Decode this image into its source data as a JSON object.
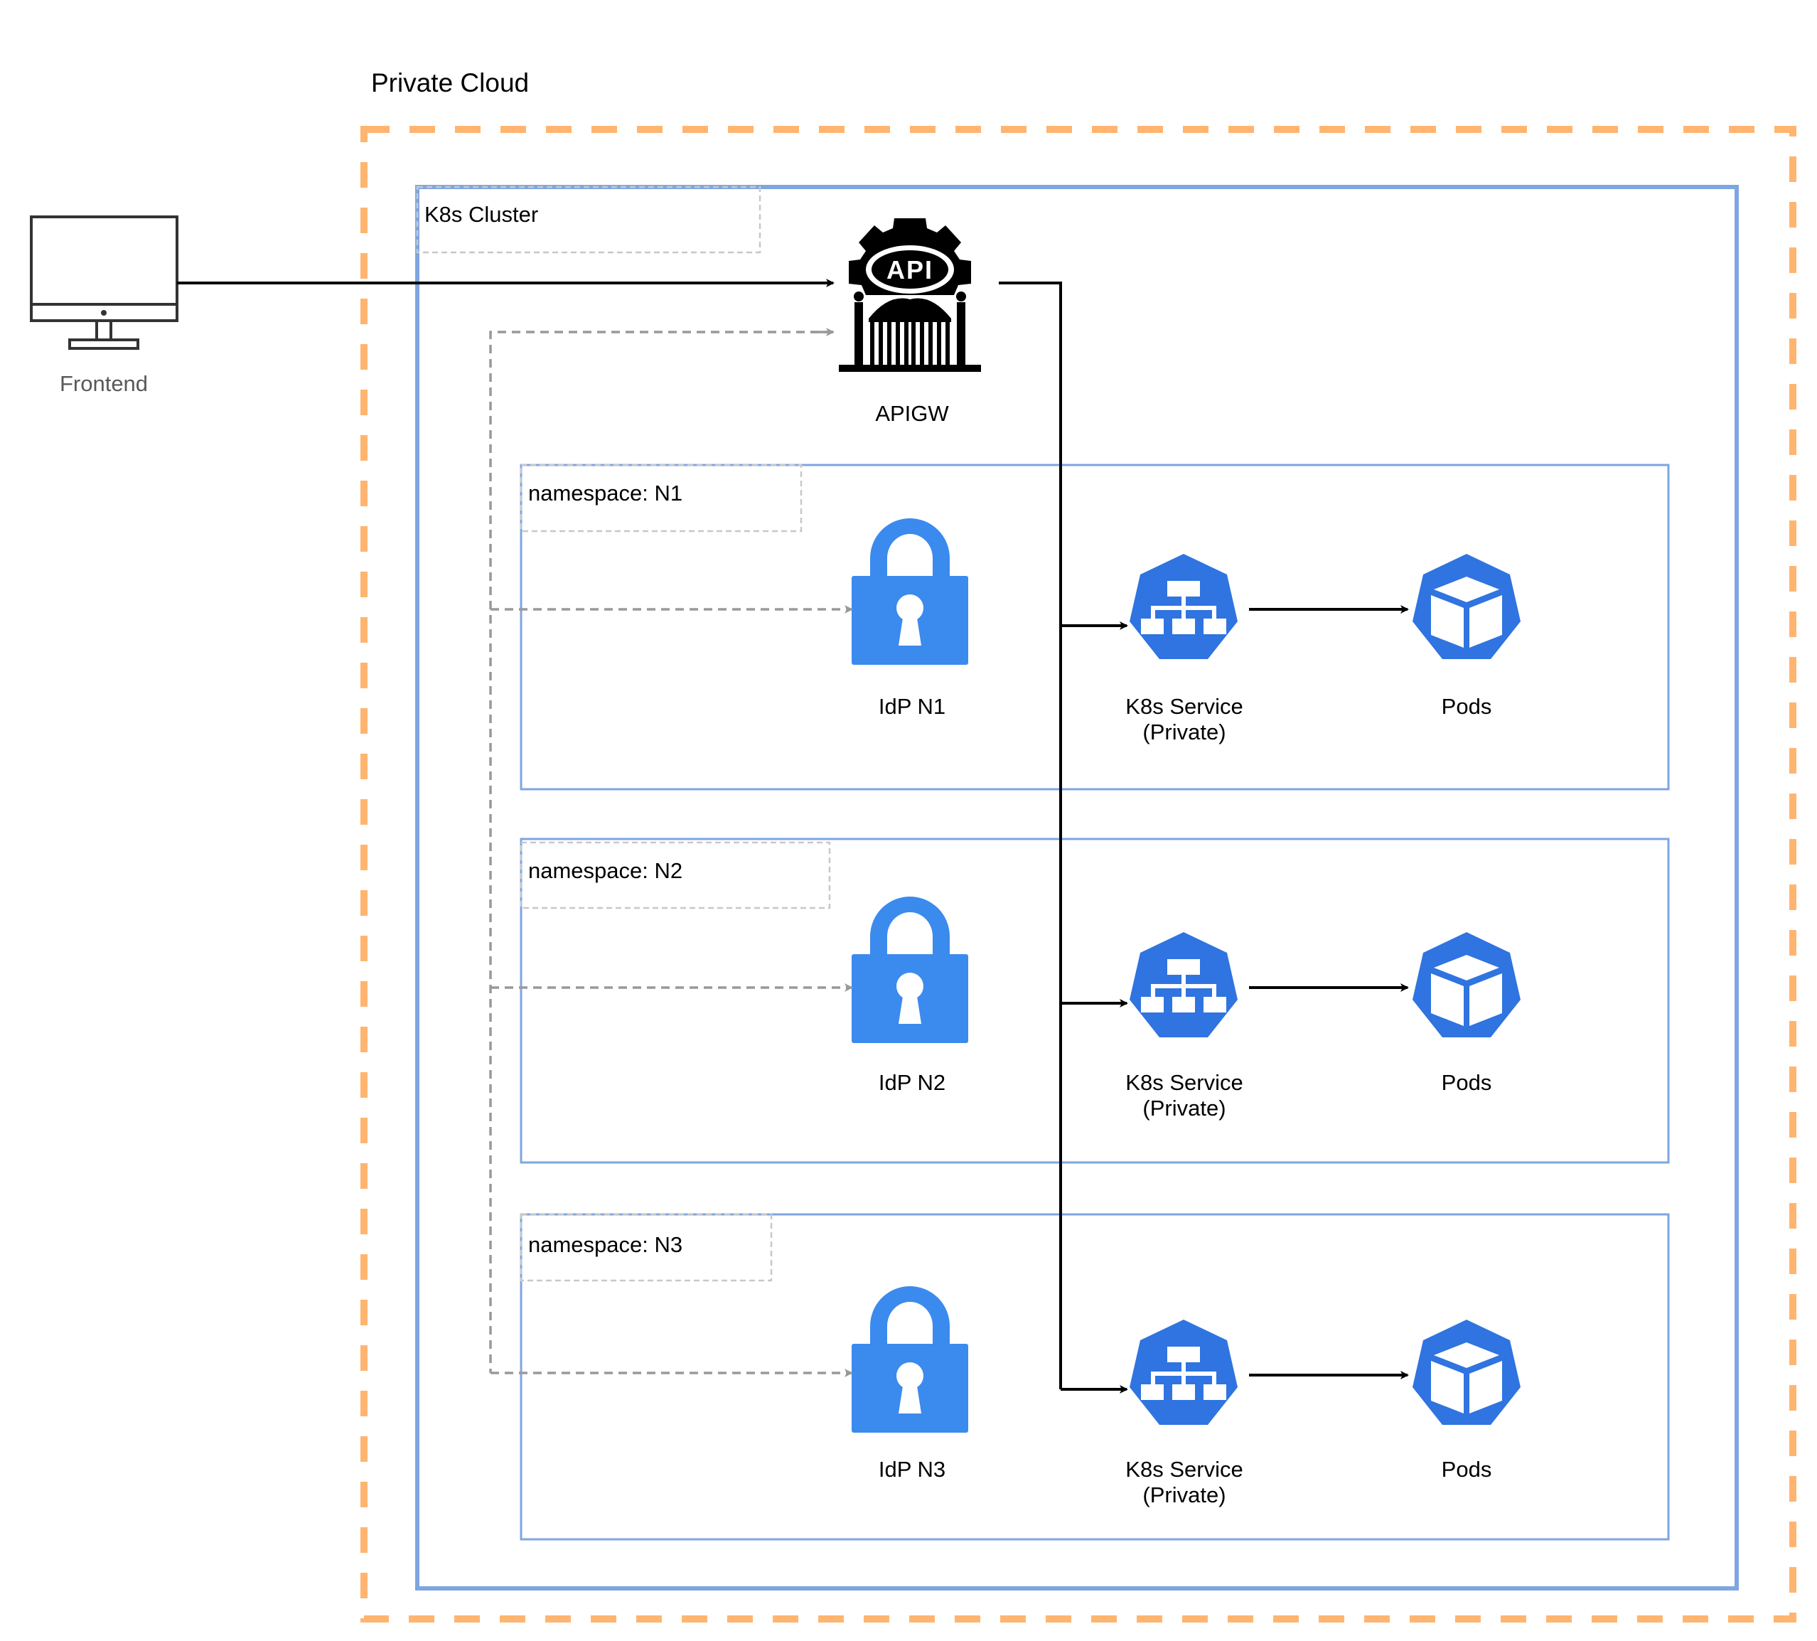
{
  "private_cloud": {
    "title": "Private Cloud",
    "border_color": "#FFB570"
  },
  "cluster": {
    "title": "K8s Cluster",
    "border_color": "#7EA6E0"
  },
  "frontend": {
    "label": "Frontend",
    "icon": "monitor-icon"
  },
  "apigw": {
    "label": "APIGW",
    "icon": "api-gateway-icon",
    "badge": "API"
  },
  "namespaces": [
    {
      "title": "namespace: N1",
      "idp_label": "IdP N1",
      "service_label": [
        "K8s Service",
        "(Private)"
      ],
      "pods_label": "Pods"
    },
    {
      "title": "namespace: N2",
      "idp_label": "IdP N2",
      "service_label": [
        "K8s Service",
        "(Private)"
      ],
      "pods_label": "Pods"
    },
    {
      "title": "namespace: N3",
      "idp_label": "IdP N3",
      "service_label": [
        "K8s Service",
        "(Private)"
      ],
      "pods_label": "Pods"
    }
  ],
  "icons": {
    "idp": "lock-icon",
    "service": "k8s-service-icon",
    "pods": "k8s-pod-icon"
  },
  "colors": {
    "lock": "#3B8AEE",
    "k8s": "#2F74E0",
    "namespace_border": "#7EA6E0",
    "dashed_arrow": "#999999",
    "solid_arrow": "#000000"
  }
}
